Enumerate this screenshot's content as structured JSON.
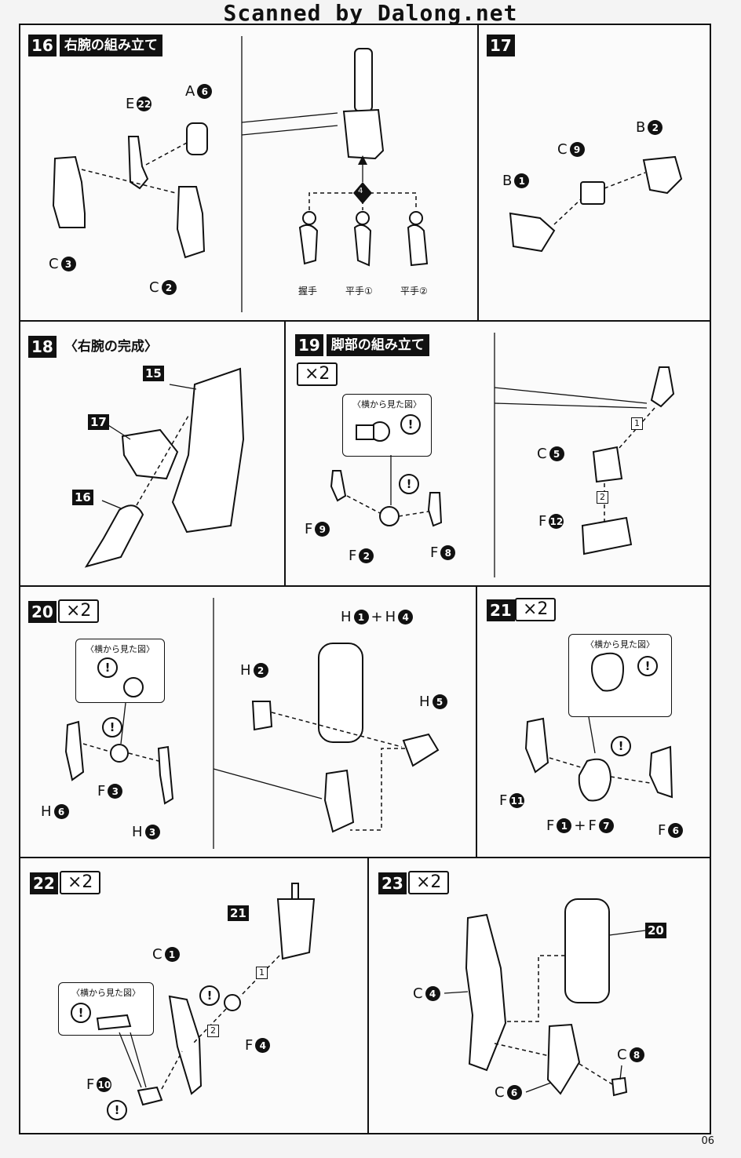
{
  "header": {
    "credit": "Scanned by Dalong.net"
  },
  "page_number": "06",
  "steps": {
    "s16": {
      "num": "16",
      "title": "右腕の組み立て",
      "parts": {
        "a6": {
          "letter": "A",
          "n": "6"
        },
        "e22": {
          "letter": "E",
          "n": "22"
        },
        "c3": {
          "letter": "C",
          "n": "3"
        },
        "c2": {
          "letter": "C",
          "n": "2"
        }
      },
      "hand_note": "4",
      "hands": [
        "握手",
        "平手①",
        "平手②"
      ]
    },
    "s17": {
      "num": "17",
      "parts": {
        "b2": {
          "letter": "B",
          "n": "2"
        },
        "c9": {
          "letter": "C",
          "n": "9"
        },
        "b1": {
          "letter": "B",
          "n": "1"
        }
      }
    },
    "s18": {
      "num": "18",
      "title": "〈右腕の完成〉",
      "refs": [
        "15",
        "17",
        "16"
      ]
    },
    "s19": {
      "num": "19",
      "title": "脚部の組み立て",
      "mult": "×2",
      "callout": "〈横から見た図〉",
      "warn": "!",
      "parts": {
        "f9": {
          "letter": "F",
          "n": "9"
        },
        "f2": {
          "letter": "F",
          "n": "2"
        },
        "f8": {
          "letter": "F",
          "n": "8"
        },
        "c5": {
          "letter": "C",
          "n": "5"
        },
        "f12": {
          "letter": "F",
          "n": "12"
        }
      },
      "substeps": [
        "1",
        "2"
      ]
    },
    "s20": {
      "num": "20",
      "mult": "×2",
      "callout": "〈横から見た図〉",
      "parts": {
        "f3": {
          "letter": "F",
          "n": "3"
        },
        "h6": {
          "letter": "H",
          "n": "6"
        },
        "h3": {
          "letter": "H",
          "n": "3"
        },
        "h2": {
          "letter": "H",
          "n": "2"
        },
        "h1": {
          "letter": "H",
          "n": "1"
        },
        "h4": {
          "letter": "H",
          "n": "4"
        },
        "h5": {
          "letter": "H",
          "n": "5"
        }
      },
      "plus": "+"
    },
    "s21": {
      "num": "21",
      "mult": "×2",
      "callout": "〈横から見た図〉",
      "parts": {
        "f11": {
          "letter": "F",
          "n": "11"
        },
        "f1": {
          "letter": "F",
          "n": "1"
        },
        "f7": {
          "letter": "F",
          "n": "7"
        },
        "f6": {
          "letter": "F",
          "n": "6"
        }
      },
      "plus": "+"
    },
    "s22": {
      "num": "22",
      "mult": "×2",
      "ref": "21",
      "callout": "〈横から見た図〉",
      "parts": {
        "c1": {
          "letter": "C",
          "n": "1"
        },
        "f4": {
          "letter": "F",
          "n": "4"
        },
        "f10": {
          "letter": "F",
          "n": "10"
        }
      },
      "substeps": [
        "1",
        "2"
      ]
    },
    "s23": {
      "num": "23",
      "mult": "×2",
      "ref": "20",
      "parts": {
        "c4": {
          "letter": "C",
          "n": "4"
        },
        "c8": {
          "letter": "C",
          "n": "8"
        },
        "c6": {
          "letter": "C",
          "n": "6"
        }
      }
    }
  }
}
